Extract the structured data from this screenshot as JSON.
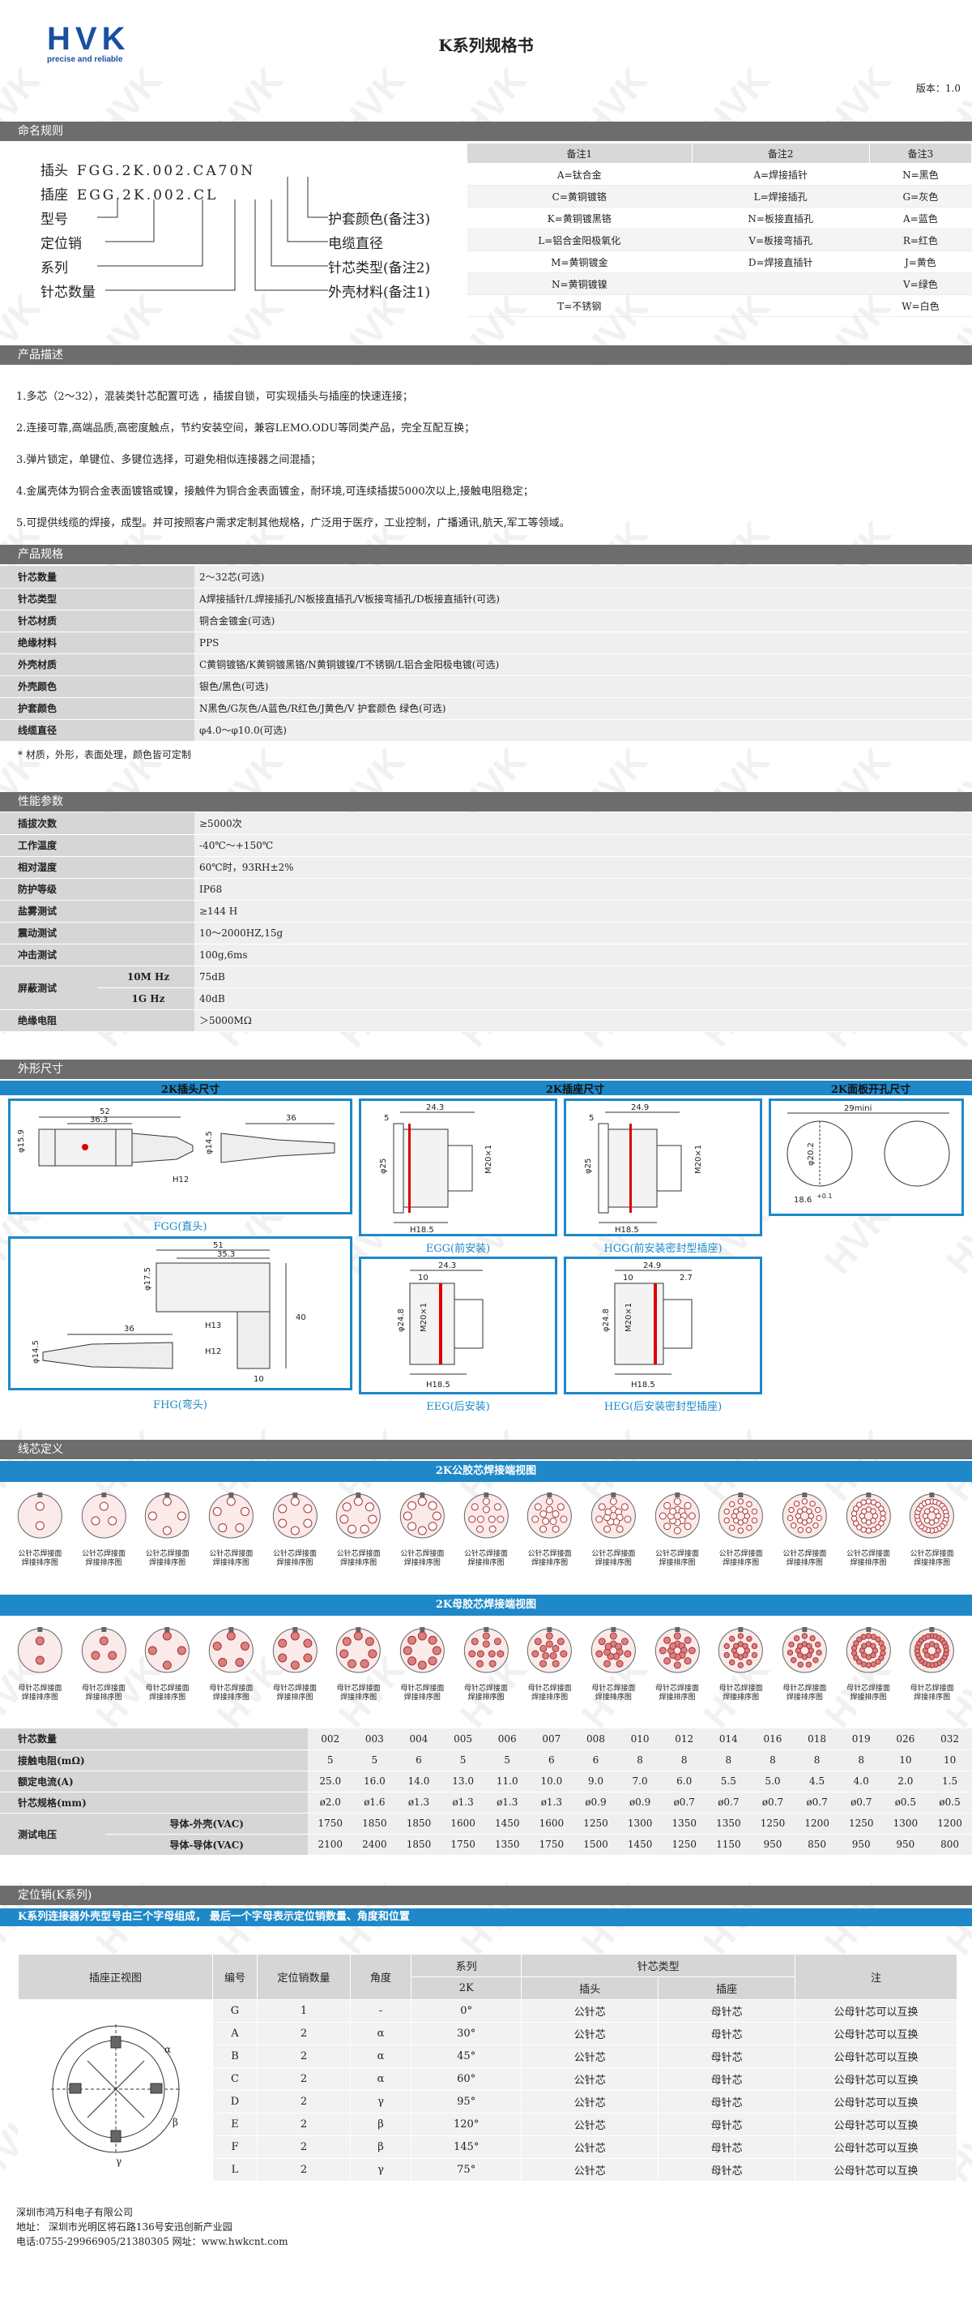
{
  "header": {
    "logo": "HVK",
    "logo_tagline": "precise and reliable",
    "title": "K系列规格书",
    "version": "版本：1.0"
  },
  "sections": {
    "naming": "命名规则",
    "description": "产品描述",
    "specs": "产品规格",
    "performance": "性能参数",
    "dimensions": "外形尺寸",
    "wiring": "线芯定义",
    "keying": "定位销(K系列)"
  },
  "naming": {
    "line1_label": "插头",
    "line1_code": "FGG.2K.002.CA70N",
    "line2_label": "插座",
    "line2_code": "EGG.2K.002.CL",
    "left_labels": [
      "型号",
      "定位销",
      "系列",
      "针芯数量"
    ],
    "right_labels": [
      "护套颜色(备注3)",
      "电缆直径",
      "针芯类型(备注2)",
      "外壳材料(备注1)"
    ],
    "table_headers": [
      "备注1",
      "备注2",
      "备注3"
    ],
    "table_rows": [
      [
        "A=钛合金",
        "A=焊接插针",
        "N=黑色"
      ],
      [
        "C=黄铜镀铬",
        "L=焊接插孔",
        "G=灰色"
      ],
      [
        "K=黄铜镀黑铬",
        "N=板接直插孔",
        "A=蓝色"
      ],
      [
        "L=铝合金阳极氧化",
        "V=板接弯插孔",
        "R=红色"
      ],
      [
        "M=黄铜镀金",
        "D=焊接直插针",
        "J=黄色"
      ],
      [
        "N=黄铜镀镍",
        "",
        "V=绿色"
      ],
      [
        "T=不锈钢",
        "",
        "W=白色"
      ]
    ]
  },
  "description": [
    "1.多芯（2～32），混装类针芯配置可选 ，插拔自锁，可实现插头与插座的快速连接；",
    "2.连接可靠,高端品质,高密度触点，节约安装空间，兼容LEMO.ODU等同类产品，完全互配互换；",
    "3.弹片锁定，单键位、多键位选择，可避免相似连接器之间混插；",
    "4.金属壳体为铜合金表面镀铬或镍，接触件为铜合金表面镀金，耐环境,可连续插拔5000次以上,接触电阻稳定；",
    "5.可提供线缆的焊接，成型。并可按照客户需求定制其他规格，广泛用于医疗，工业控制，广播通讯,航天,军工等领域。"
  ],
  "specs": {
    "rows": [
      [
        "针芯数量",
        "2～32芯(可选)"
      ],
      [
        "针芯类型",
        "A焊接插针/L焊接插孔/N板接直插孔/V板接弯插孔/D板接直插针(可选)"
      ],
      [
        "针芯材质",
        "铜合金镀金(可选)"
      ],
      [
        "绝缘材料",
        "PPS"
      ],
      [
        "外壳材质",
        "C黄铜镀铬/K黄铜镀黑铬/N黄铜镀镍/T不锈钢/L铝合金阳极电镀(可选)"
      ],
      [
        "外壳颜色",
        "银色/黑色(可选)"
      ],
      [
        "护套颜色",
        "N黑色/G灰色/A蓝色/R红色/J黄色/V 护套颜色 绿色(可选)"
      ],
      [
        "线缆直径",
        "φ4.0～φ10.0(可选)"
      ]
    ],
    "note": "* 材质，外形，表面处理，颜色皆可定制"
  },
  "performance": {
    "rows": [
      [
        "插拔次数",
        "≥5000次"
      ],
      [
        "工作温度",
        "-40℃～+150℃"
      ],
      [
        "相对湿度",
        "60℃时，93RH±2%"
      ],
      [
        "防护等级",
        "IP68"
      ],
      [
        "盐雾测试",
        "≥144 H"
      ],
      [
        "震动测试",
        "10～2000HZ,15g"
      ],
      [
        "冲击测试",
        "100g,6ms"
      ]
    ],
    "shield_label": "屏蔽测试",
    "shield_rows": [
      [
        "10M Hz",
        "75dB"
      ],
      [
        "1G Hz",
        "40dB"
      ]
    ],
    "insulation": [
      "绝缘电阻",
      "＞5000MΩ"
    ]
  },
  "dimensions": {
    "heads": [
      "2K插头尺寸",
      "2K插座尺寸",
      "2K面板开孔尺寸"
    ],
    "captions": [
      "FGG(直头)",
      "EGG(前安装)",
      "HGG(前安装密封型插座)",
      "FHG(弯头)",
      "EEG(后安装)",
      "HEG(后安装密封型插座)"
    ],
    "fgg": {
      "d1": "52",
      "d2": "36.3",
      "d3": "36",
      "d4": "φ15.9",
      "d5": "φ14.5",
      "d6": "H12"
    },
    "egg": {
      "d1": "24.3",
      "d2": "5",
      "d3": "φ25",
      "d4": "M20×1",
      "d5": "H18.5"
    },
    "hgg": {
      "d1": "24.9",
      "d2": "5",
      "d3": "φ25",
      "d4": "M20×1",
      "d5": "H18.5"
    },
    "panel": {
      "d1": "29mini",
      "d2": "φ20.2",
      "d3": "18.6",
      "tol": "+0.1"
    },
    "fhg": {
      "d1": "51",
      "d2": "35.3",
      "d3": "36",
      "d4": "H13",
      "d5": "H12",
      "d6": "40",
      "d7": "10",
      "d8": "φ14.5",
      "d9": "φ17.5"
    },
    "eeg": {
      "d1": "24.3",
      "d2": "10",
      "d3": "φ24.8",
      "d4": "M20×1",
      "d5": "H18.5"
    },
    "heg": {
      "d1": "24.9",
      "d2": "10",
      "d3": "2.7",
      "d4": "φ24.8",
      "d5": "M20×1",
      "d6": "H18.5"
    }
  },
  "wiring": {
    "male_title": "2K公胶芯焊接端视图",
    "female_title": "2K母胶芯焊接端视图",
    "male_caption": "公针芯焊接面\n焊接排序图",
    "female_caption": "母针芯焊接面\n焊接排序图",
    "pin_counts": [
      2,
      3,
      4,
      5,
      6,
      7,
      8,
      10,
      12,
      14,
      16,
      18,
      19,
      26,
      32
    ]
  },
  "pin_table": {
    "header_label": "针芯数量",
    "codes": [
      "002",
      "003",
      "004",
      "005",
      "006",
      "007",
      "008",
      "010",
      "012",
      "014",
      "016",
      "018",
      "019",
      "026",
      "032"
    ],
    "rows": [
      {
        "label": "接触电阻(mΩ)",
        "values": [
          "5",
          "5",
          "6",
          "5",
          "5",
          "6",
          "6",
          "8",
          "8",
          "8",
          "8",
          "8",
          "8",
          "10",
          "10"
        ]
      },
      {
        "label": "额定电流(A)",
        "values": [
          "25.0",
          "16.0",
          "14.0",
          "13.0",
          "11.0",
          "10.0",
          "9.0",
          "7.0",
          "6.0",
          "5.5",
          "5.0",
          "4.5",
          "4.0",
          "2.0",
          "1.5"
        ]
      },
      {
        "label": "针芯规格(mm)",
        "values": [
          "ø2.0",
          "ø1.6",
          "ø1.3",
          "ø1.3",
          "ø1.3",
          "ø1.3",
          "ø0.9",
          "ø0.9",
          "ø0.7",
          "ø0.7",
          "ø0.7",
          "ø0.7",
          "ø0.7",
          "ø0.5",
          "ø0.5"
        ]
      }
    ],
    "voltage_label": "测试电压",
    "voltage_rows": [
      {
        "label": "导体-外壳(VAC)",
        "values": [
          "1750",
          "1850",
          "1850",
          "1600",
          "1450",
          "1600",
          "1250",
          "1300",
          "1350",
          "1350",
          "1250",
          "1200",
          "1250",
          "1300",
          "1200"
        ]
      },
      {
        "label": "导体-导体(VAC)",
        "values": [
          "2100",
          "2400",
          "1850",
          "1750",
          "1350",
          "1750",
          "1500",
          "1450",
          "1250",
          "1150",
          "950",
          "850",
          "950",
          "950",
          "800"
        ]
      }
    ]
  },
  "keying": {
    "subtitle": "K系列连接器外壳型号由三个字母组成， 最后一个字母表示定位销数量、角度和位置",
    "headers": {
      "view": "插座正视图",
      "code": "编号",
      "count": "定位销数量",
      "angle": "角度",
      "series": "系列",
      "series_sub": "2K",
      "pin_type": "针芯类型",
      "plug": "插头",
      "socket": "插座",
      "note": "注"
    },
    "rows": [
      [
        "G",
        "1",
        "-",
        "0°",
        "公针芯",
        "母针芯",
        "公母针芯可以互换"
      ],
      [
        "A",
        "2",
        "α",
        "30°",
        "公针芯",
        "母针芯",
        "公母针芯可以互换"
      ],
      [
        "B",
        "2",
        "α",
        "45°",
        "公针芯",
        "母针芯",
        "公母针芯可以互换"
      ],
      [
        "C",
        "2",
        "α",
        "60°",
        "公针芯",
        "母针芯",
        "公母针芯可以互换"
      ],
      [
        "D",
        "2",
        "γ",
        "95°",
        "公针芯",
        "母针芯",
        "公母针芯可以互换"
      ],
      [
        "E",
        "2",
        "β",
        "120°",
        "公针芯",
        "母针芯",
        "公母针芯可以互换"
      ],
      [
        "F",
        "2",
        "β",
        "145°",
        "公针芯",
        "母针芯",
        "公母针芯可以互换"
      ],
      [
        "L",
        "2",
        "γ",
        "75°",
        "公针芯",
        "母针芯",
        "公母针芯可以互换"
      ]
    ],
    "view_labels": [
      "α",
      "β",
      "γ"
    ]
  },
  "footer": {
    "company": "深圳市鸿万科电子有限公司",
    "address": "地址： 深圳市光明区将石路136号安迅创新产业园",
    "contact": "电话:0755-29966905/21380305    网址：www.hwkcnt.com"
  },
  "watermark": "HVK"
}
